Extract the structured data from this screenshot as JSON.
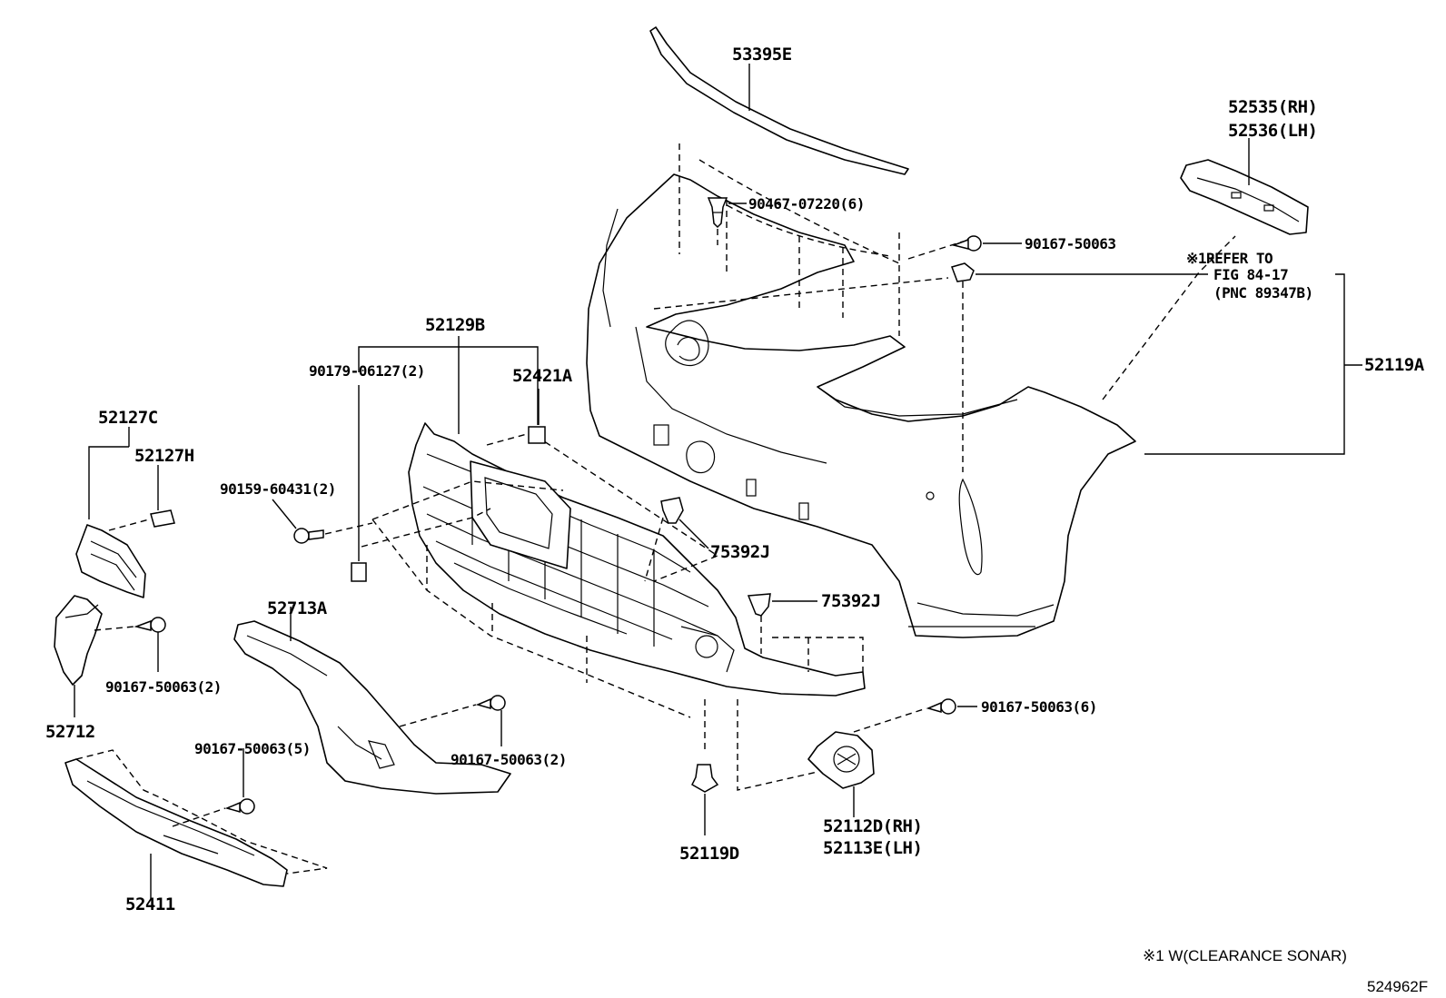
{
  "labels": {
    "p53395E": "53395E",
    "p52535": "52535(RH)",
    "p52536": "52536(LH)",
    "p90467": "90467-07220(6)",
    "p90167a": "90167-50063",
    "refer1": "※1REFER TO",
    "refer2": "FIG 84-17",
    "refer3": "(PNC 89347B)",
    "p52119A": "52119A",
    "p52129B": "52129B",
    "p90179": "90179-06127(2)",
    "p52421A": "52421A",
    "p52127C": "52127C",
    "p52127H": "52127H",
    "p90159": "90159-60431(2)",
    "p75392Ja": "75392J",
    "p75392Jb": "75392J",
    "p52713A": "52713A",
    "p90167b": "90167-50063(2)",
    "p52712": "52712",
    "p90167c": "90167-50063(5)",
    "p90167d": "90167-50063(2)",
    "p90167e": "90167-50063(6)",
    "p52411": "52411",
    "p52119D": "52119D",
    "p52112D": "52112D(RH)",
    "p52113E": "52113E(LH)"
  },
  "footnote": "※1 W(CLEARANCE SONAR)",
  "figure_id": "524962F"
}
